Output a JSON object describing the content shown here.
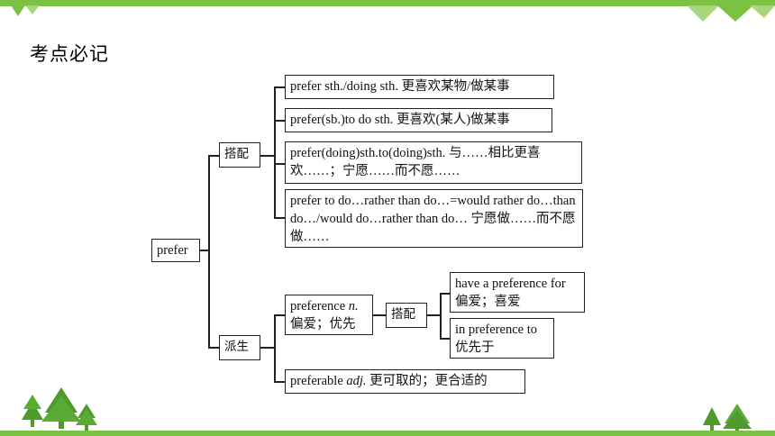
{
  "title": "考点必记",
  "root": "prefer",
  "branches": {
    "collocation": {
      "label": "搭配",
      "items": [
        "prefer sth./doing sth.  更喜欢某物/做某事",
        "prefer(sb.)to do sth.  更喜欢(某人)做某事",
        "prefer(doing)sth.to(doing)sth.  与……相比更喜欢……；宁愿……而不愿……",
        "prefer to do…rather than do…=would rather do…than do…/would do…rather than do…  宁愿做……而不愿做……"
      ]
    },
    "derivation": {
      "label": "派生",
      "noun": {
        "word": "preference",
        "pos": "n.",
        "meaning": "偏爱；优先",
        "sub_label": "搭配",
        "phrases": [
          {
            "phrase": "have a preference for",
            "meaning": "偏爱；喜爱"
          },
          {
            "phrase": "in preference to",
            "meaning": "优先于"
          }
        ]
      },
      "adjective": {
        "word": "preferable",
        "pos": "adj.",
        "meaning": "更可取的；更合适的"
      }
    }
  },
  "colors": {
    "accent_green": "#7cc242",
    "tree_green": "#4e9a2a",
    "line": "#222222"
  }
}
